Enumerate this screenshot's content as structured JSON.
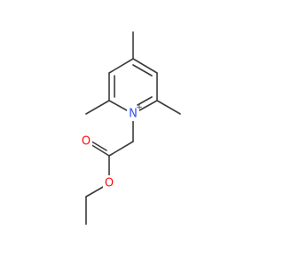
{
  "molecule": {
    "atoms": [
      {
        "id": "N1",
        "element": "N",
        "label": "N",
        "charge": "+",
        "color": "#3050f8"
      },
      {
        "id": "O1",
        "element": "O",
        "label": "O",
        "color": "#ff0d0d"
      },
      {
        "id": "O2",
        "element": "O",
        "label": "O",
        "color": "#ff0d0d"
      }
    ],
    "colors": {
      "bond": "#3a3a3a",
      "nitrogen": "#3050f8",
      "oxygen": "#ff0d0d",
      "background": "#ffffff"
    }
  }
}
